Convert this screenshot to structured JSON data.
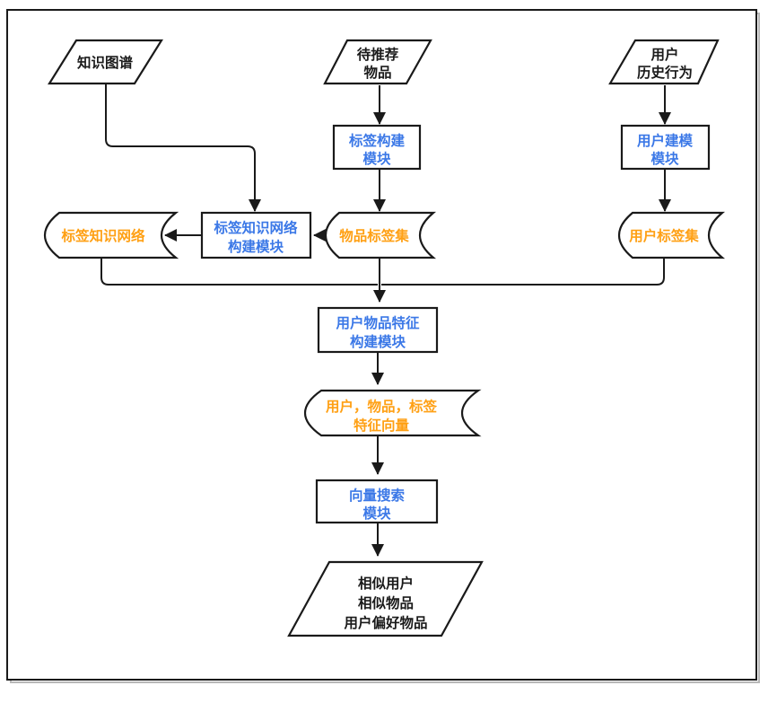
{
  "colors": {
    "line": "#1a1a1a",
    "module_text_blue": "#3b78e7",
    "data_text_orange": "#ffa014",
    "io_text_black": "#1a1a1a",
    "background": "#ffffff"
  },
  "nodes": {
    "knowledge_graph": {
      "type": "parallelogram",
      "lines": [
        "知识图谱"
      ]
    },
    "items_to_recommend": {
      "type": "parallelogram",
      "lines": [
        "待推荐",
        "物品"
      ]
    },
    "user_history": {
      "type": "parallelogram",
      "lines": [
        "用户",
        "历史行为"
      ]
    },
    "tag_build_module": {
      "type": "rect",
      "lines": [
        "标签构建",
        "模块"
      ]
    },
    "user_modeling_module": {
      "type": "rect",
      "lines": [
        "用户建模",
        "模块"
      ]
    },
    "tag_knowledge_network": {
      "type": "stored-data",
      "lines": [
        "标签知识网络"
      ]
    },
    "tag_network_build_module": {
      "type": "rect",
      "lines": [
        "标签知识网络",
        "构建模块"
      ]
    },
    "item_tag_set": {
      "type": "stored-data",
      "lines": [
        "物品标签集"
      ]
    },
    "user_tag_set": {
      "type": "stored-data",
      "lines": [
        "用户标签集"
      ]
    },
    "user_item_feature_module": {
      "type": "rect",
      "lines": [
        "用户物品特征",
        "构建模块"
      ]
    },
    "feature_vectors": {
      "type": "stored-data",
      "lines": [
        "用户，物品，标签",
        "特征向量"
      ]
    },
    "vector_search_module": {
      "type": "rect",
      "lines": [
        "向量搜索",
        "模块"
      ]
    },
    "output_results": {
      "type": "parallelogram",
      "lines": [
        "相似用户",
        "相似物品",
        "用户偏好物品"
      ]
    }
  }
}
